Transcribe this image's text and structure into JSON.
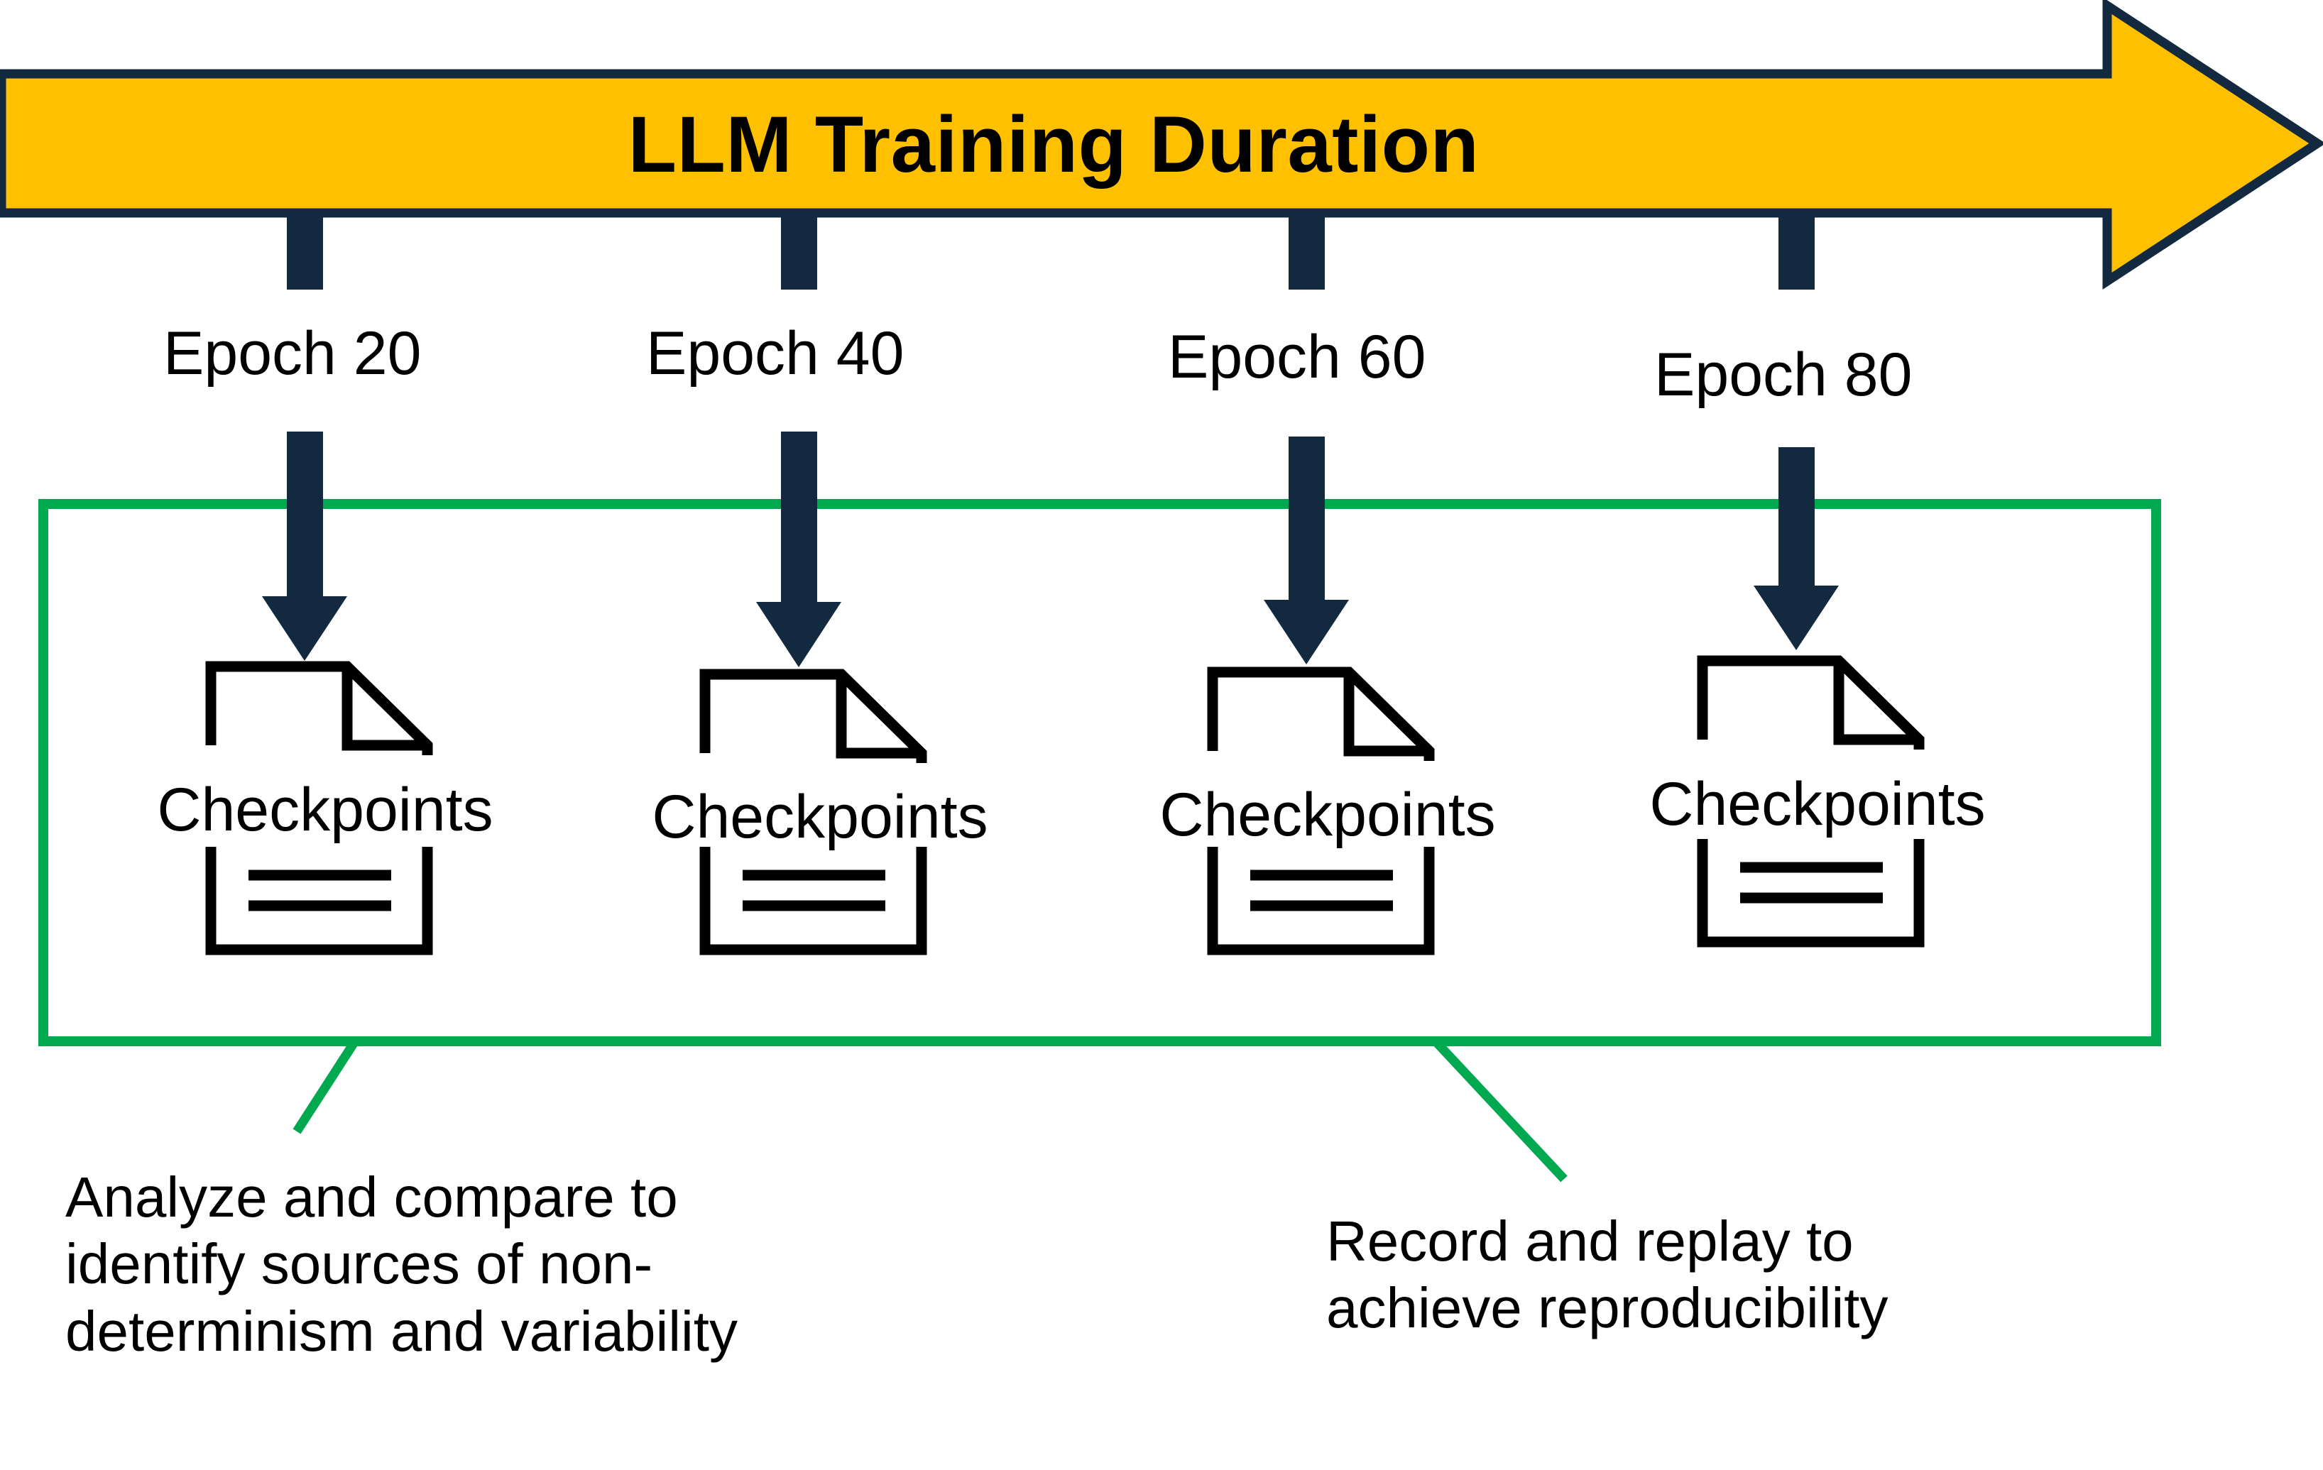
{
  "diagram": {
    "title_banner": {
      "label": "LLM Training Duration",
      "shape": "right-arrow",
      "fill_color": "#FFC000",
      "stroke_color": "#12293F"
    },
    "colors": {
      "accent_yellow": "#FFC000",
      "navy": "#12293F",
      "green": "#00A84F",
      "black": "#000000",
      "white": "#FFFFFF"
    },
    "timeline": {
      "milestones": [
        {
          "epoch_label": "Epoch 20",
          "checkpoint_label": "Checkpoints"
        },
        {
          "epoch_label": "Epoch 40",
          "checkpoint_label": "Checkpoints"
        },
        {
          "epoch_label": "Epoch 60",
          "checkpoint_label": "Checkpoints"
        },
        {
          "epoch_label": "Epoch 80",
          "checkpoint_label": "Checkpoints"
        }
      ]
    },
    "callouts": [
      {
        "text": "Analyze and compare to identify sources of non-determinism and variability"
      },
      {
        "text": "Record and replay to achieve reproducibility"
      }
    ],
    "callout_lines": [
      {
        "line1": "Analyze and compare to",
        "line2": "identify sources of non-",
        "line3": "determinism and variability"
      },
      {
        "line1": "Record and replay to",
        "line2": "achieve reproducibility",
        "line3": ""
      }
    ]
  }
}
